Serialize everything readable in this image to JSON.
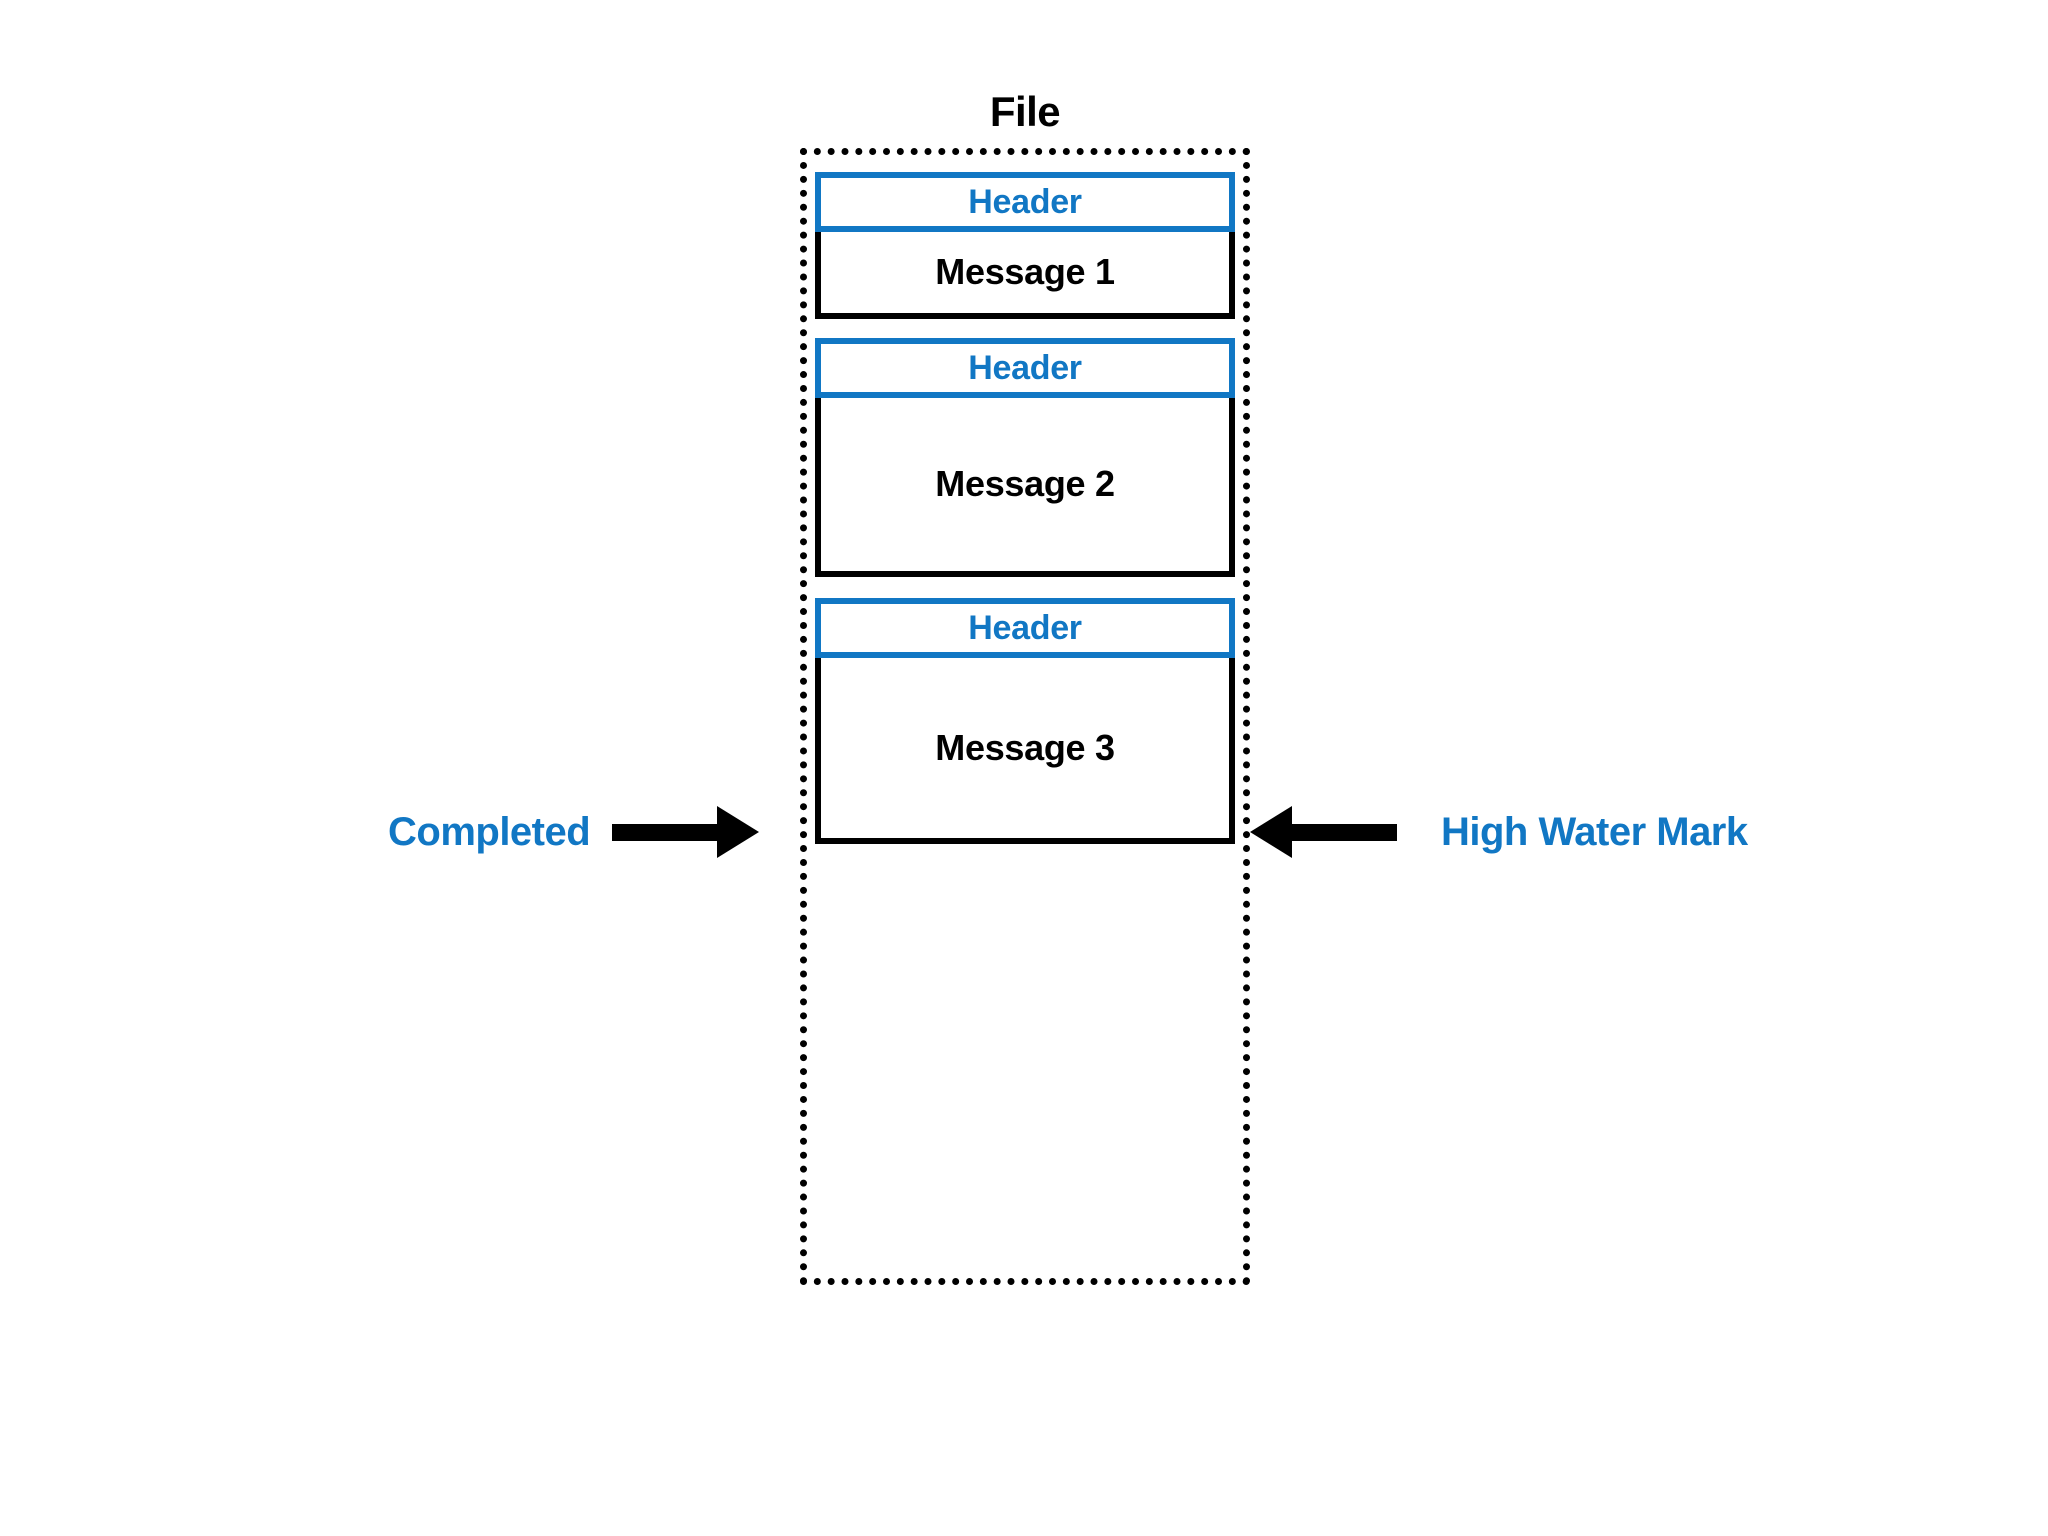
{
  "diagram": {
    "title": "File",
    "colors": {
      "accent_blue": "#1177C4",
      "outline_black": "#000000",
      "background": "#ffffff"
    },
    "groups": [
      {
        "header_label": "Header",
        "message_label": "Message 1",
        "body_height": 88
      },
      {
        "header_label": "Header",
        "message_label": "Message 2",
        "body_height": 180
      },
      {
        "header_label": "Header",
        "message_label": "Message 3",
        "body_height": 187
      }
    ],
    "annotations": {
      "left": {
        "label": "Completed",
        "arrow_direction": "right"
      },
      "right": {
        "label": "High Water Mark",
        "arrow_direction": "left"
      }
    }
  }
}
